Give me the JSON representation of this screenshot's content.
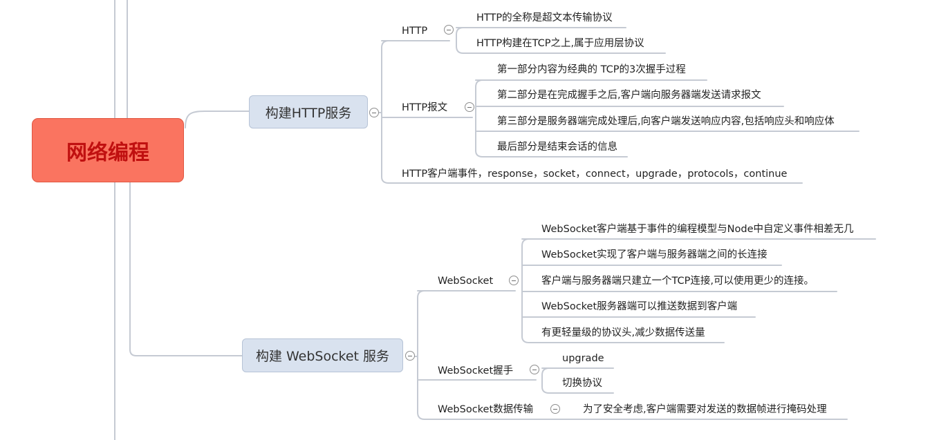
{
  "root": {
    "label": "网络编程"
  },
  "branches": [
    {
      "label": "构建HTTP服务",
      "topics": [
        {
          "label": "HTTP",
          "children": [
            "HTTP的全称是超文本传输协议",
            "HTTP构建在TCP之上,属于应用层协议"
          ]
        },
        {
          "label": "HTTP报文",
          "children": [
            "第一部分内容为经典的 TCP的3次握手过程",
            "第二部分是在完成握手之后,客户端向服务器端发送请求报文",
            "第三部分是服务器端完成处理后,向客户端发送响应内容,包括响应头和响应体",
            "最后部分是结束会话的信息"
          ]
        },
        {
          "label": "HTTP客户端事件，response，socket，connect，upgrade，protocols，continue",
          "children": []
        }
      ]
    },
    {
      "label": "构建 WebSocket 服务",
      "topics": [
        {
          "label": "WebSocket",
          "children": [
            "WebSocket客户端基于事件的编程模型与Node中自定义事件相差无几",
            "WebSocket实现了客户端与服务器端之间的长连接",
            "客户端与服务器端只建立一个TCP连接,可以使用更少的连接。",
            "WebSocket服务器端可以推送数据到客户端",
            "有更轻量级的协议头,减少数据传送量"
          ]
        },
        {
          "label": "WebSocket握手",
          "children": [
            "upgrade",
            "切换协议"
          ]
        },
        {
          "label": "WebSocket数据传输",
          "children": [
            "为了安全考虑,客户端需要对发送的数据帧进行掩码处理"
          ]
        }
      ]
    }
  ],
  "colors": {
    "root_fill": "#fa7460",
    "root_text": "#c01010",
    "branch_fill": "#d9e2ef",
    "line": "#c5cad3"
  }
}
